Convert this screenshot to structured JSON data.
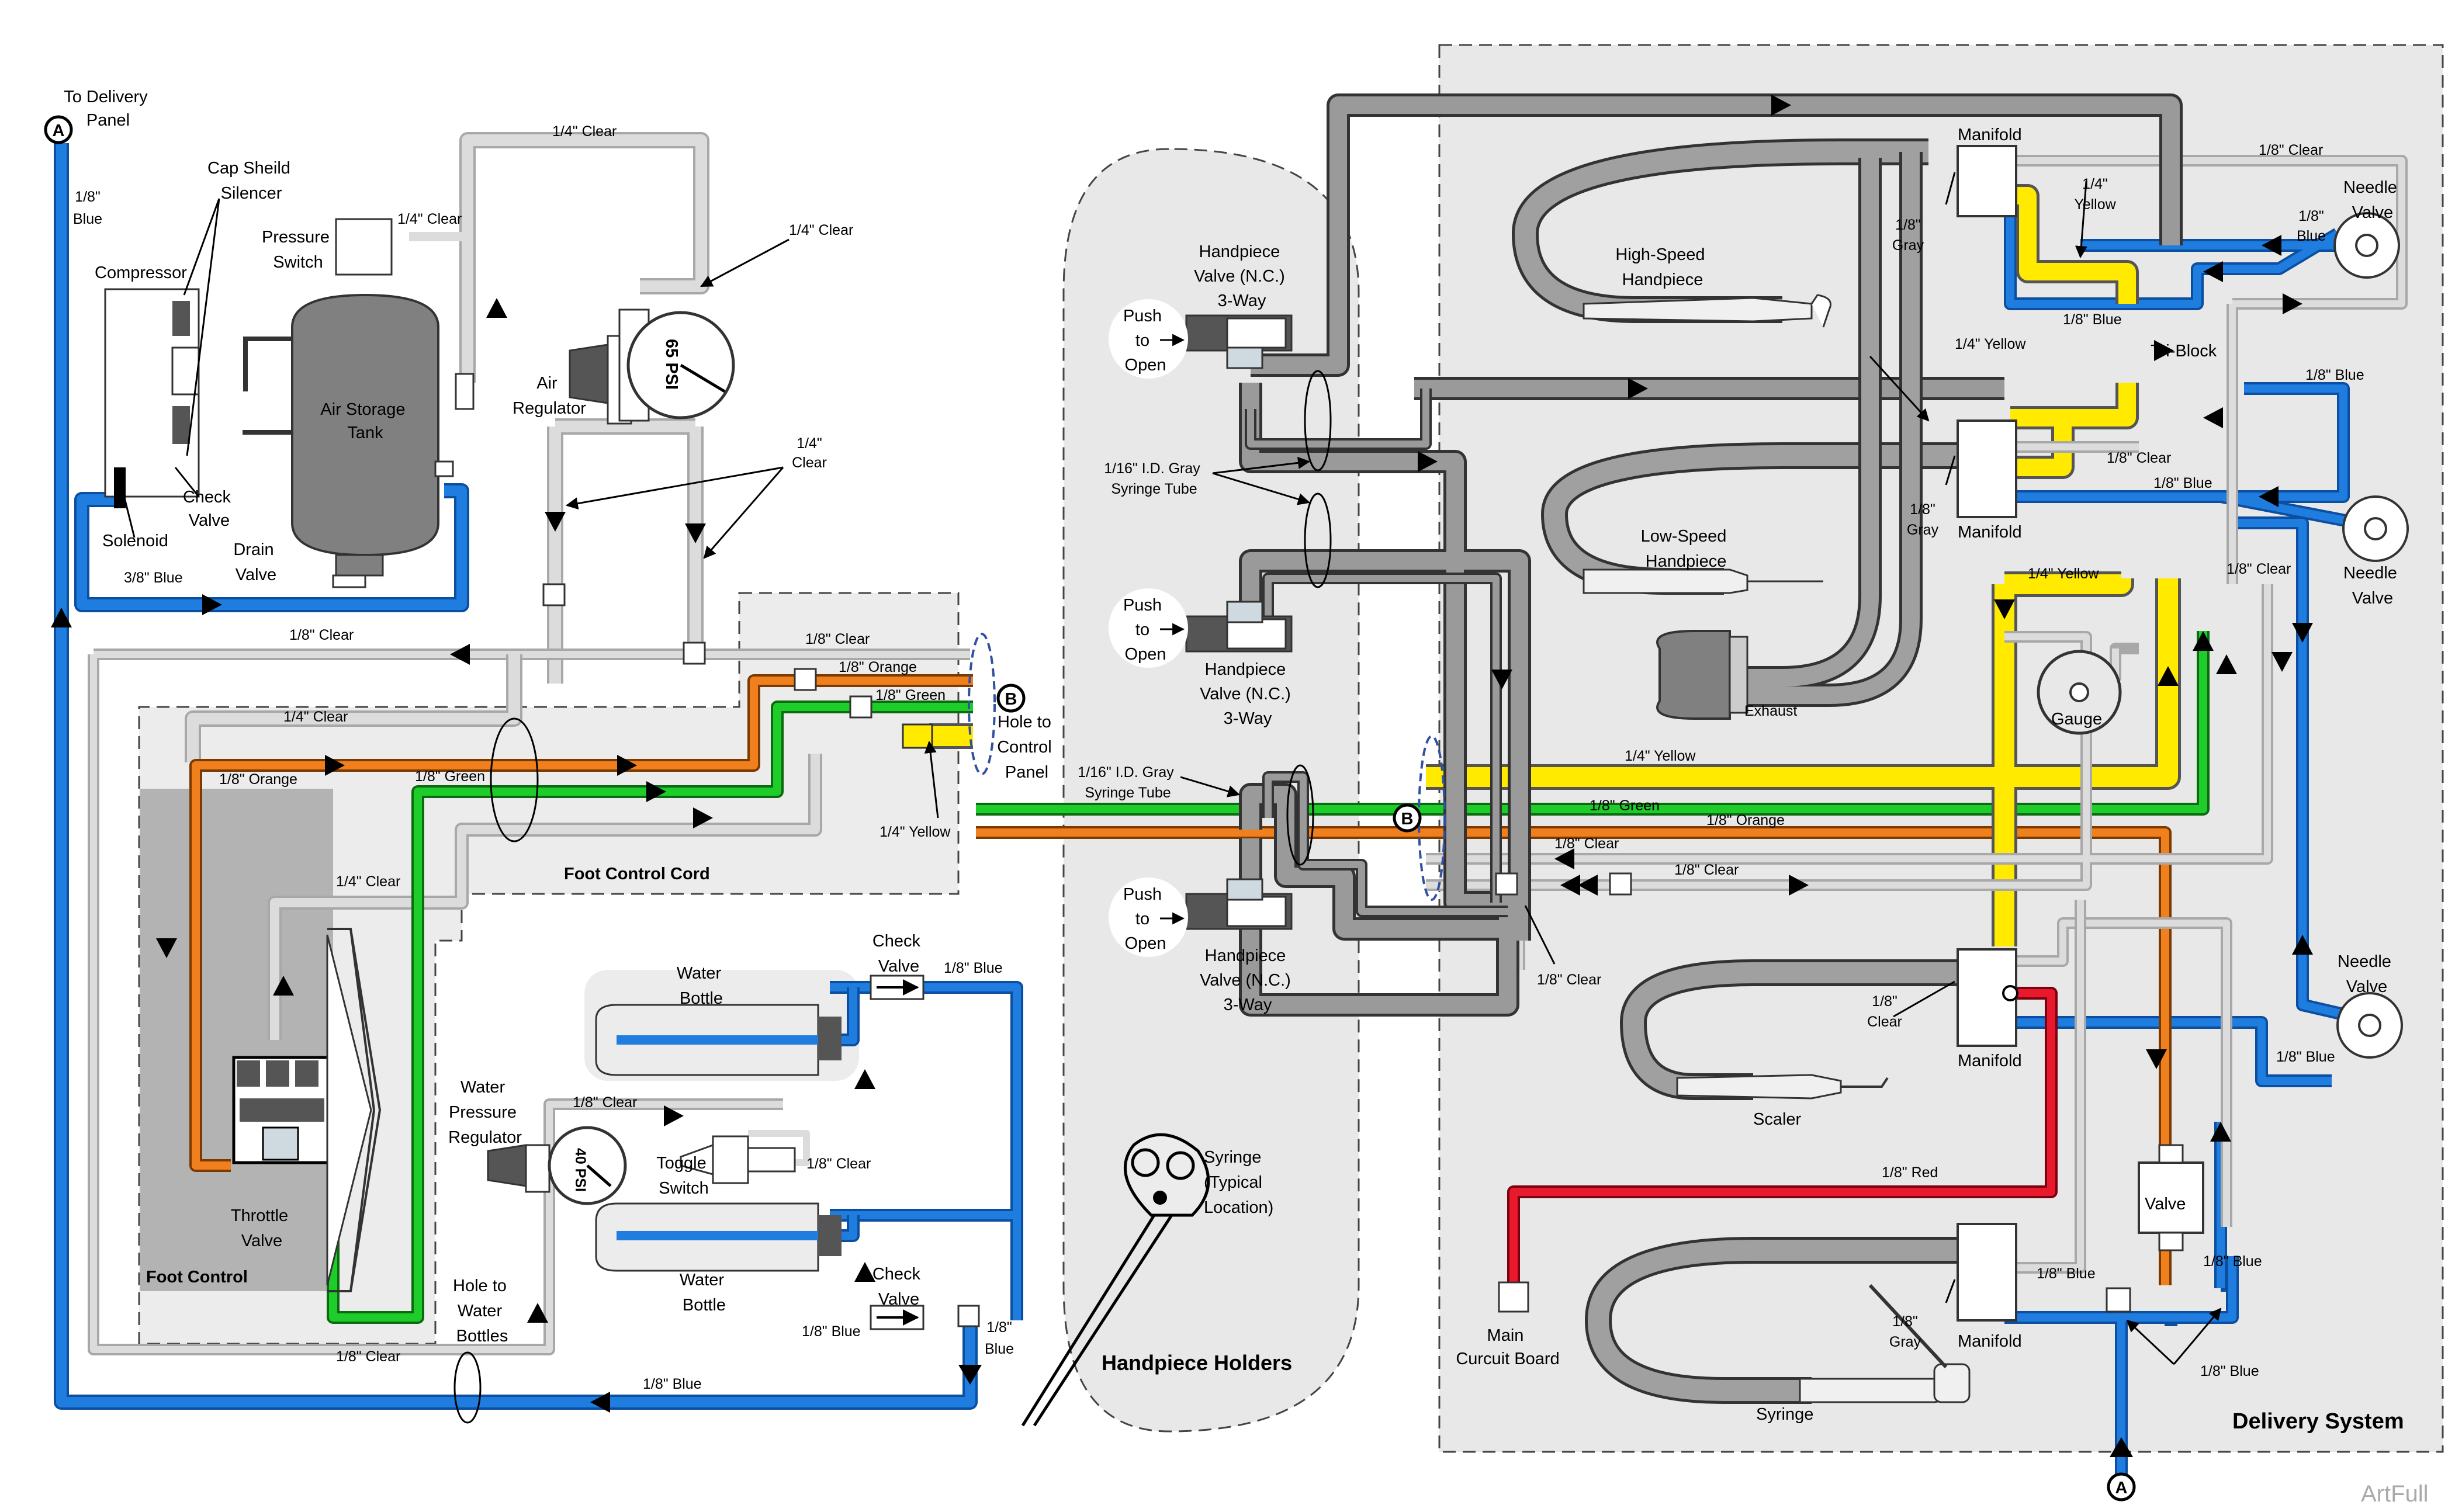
{
  "labels": {
    "to_delivery_panel": [
      "To Delivery",
      "Panel"
    ],
    "compressor": "Compressor",
    "cap_sheild_silencer": [
      "Cap Sheild",
      "Silencer"
    ],
    "pressure_switch": [
      "Pressure",
      "Switch"
    ],
    "air_storage_tank": [
      "Air Storage",
      "Tank"
    ],
    "check_valve": [
      "Check",
      "Valve"
    ],
    "solenoid": "Solenoid",
    "drain_valve": [
      "Drain",
      "Valve"
    ],
    "air_regulator": [
      "Air",
      "Regulator"
    ],
    "gauge_65psi": "65 PSI",
    "foot_control_cord": "Foot Control Cord",
    "hole_to_control_panel": [
      "Hole to",
      "Control",
      "Panel"
    ],
    "foot_control": "Foot Control",
    "throttle_valve": [
      "Throttle",
      "Valve"
    ],
    "water_bottle": [
      "Water",
      "Bottle"
    ],
    "water_pressure_regulator": [
      "Water",
      "Pressure",
      "Regulator"
    ],
    "gauge_40psi": "40 PSI",
    "toggle_switch": [
      "Toggle",
      "Switch"
    ],
    "hole_to_water_bottles": [
      "Hole to",
      "Water",
      "Bottles"
    ],
    "push_to_open": [
      "Push",
      "to",
      "Open"
    ],
    "handpiece_valve": [
      "Handpiece",
      "Valve (N.C.)",
      "3-Way"
    ],
    "syringe_tube_1": [
      "1/16\" I.D. Gray",
      "Syringe Tube"
    ],
    "syringe_tube_2": [
      "1/16\" I.D. Gray",
      "Syringe Tube"
    ],
    "syringe_typical": [
      "Syringe",
      "(Typical",
      "Location)"
    ],
    "handpiece_holders": "Handpiece Holders",
    "manifold": "Manifold",
    "high_speed_handpiece": [
      "High-Speed",
      "Handpiece"
    ],
    "low_speed_handpiece": [
      "Low-Speed",
      "Handpiece"
    ],
    "tri_block": "Tri-Block",
    "needle_valve": [
      "Needle",
      "Valve"
    ],
    "exhaust": "Exhaust",
    "gauge": "Gauge",
    "scaler": "Scaler",
    "valve": "Valve",
    "main_circuit_board": [
      "Main",
      "Curcuit Board"
    ],
    "syringe": "Syringe",
    "delivery_system": "Delivery System",
    "marker_a": "A",
    "marker_b": "B",
    "watermark": "ArtFull"
  },
  "tubing": {
    "eighth_blue": "1/8\" Blue",
    "three_eighths_blue": "3/8\" Blue",
    "quarter_clear": "1/4\" Clear",
    "eighth_clear": "1/8\" Clear",
    "eighth_orange": "1/8\" Orange",
    "eighth_green": "1/8\" Green",
    "quarter_yellow": "1/4\" Yellow",
    "eighth_gray": "1/8\" Gray",
    "eighth_red": "1/8\" Red",
    "quarter_stacked": [
      "1/4\"",
      "Clear"
    ],
    "quarter_yellow_stacked": [
      "1/4\"",
      "Yellow"
    ],
    "eighth_blue_stacked": [
      "1/8\"",
      "Blue"
    ],
    "eighth_gray_stacked": [
      "1/8\"",
      "Gray"
    ],
    "eighth_clear_stacked": [
      "1/8\"",
      "Clear"
    ]
  },
  "colors": {
    "blue": "#1f7de0",
    "clear": "#dcdcdc",
    "clear_edge": "#a8a8a8",
    "orange": "#f07f1e",
    "green": "#1ecc2a",
    "yellow": "#ffea00",
    "gray": "#9a9a9a",
    "gray_edge": "#333333",
    "red": "#e8192c",
    "panel_bg": "#e8e8e8",
    "tank": "#808080"
  }
}
